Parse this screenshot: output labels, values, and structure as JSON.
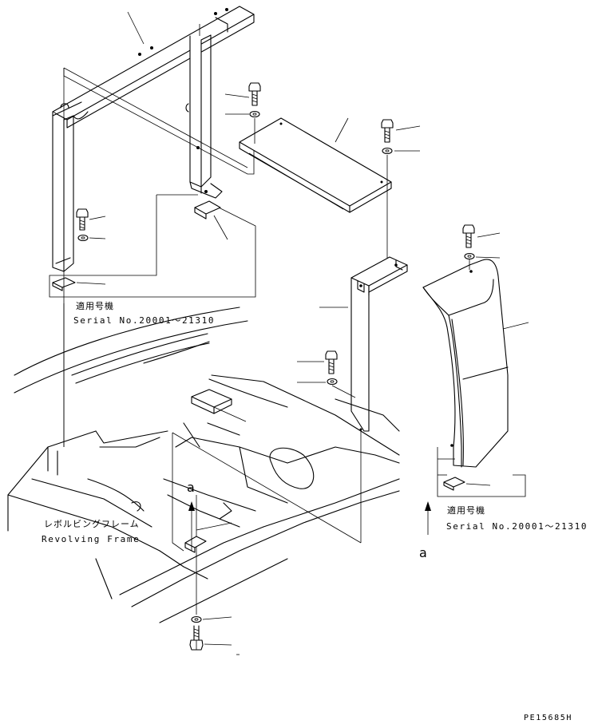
{
  "applicability_note_left": {
    "title_jp": "適用号機",
    "serial": "Serial No.20001～21310"
  },
  "applicability_note_right": {
    "title_jp": "適用号機",
    "serial": "Serial No.20001～21310"
  },
  "frame_label": {
    "jp": "レボルビングフレーム",
    "en": "Revolving Frame"
  },
  "view_marker_left": "a",
  "view_marker_right": "a",
  "drawing_number": "PE15685H"
}
